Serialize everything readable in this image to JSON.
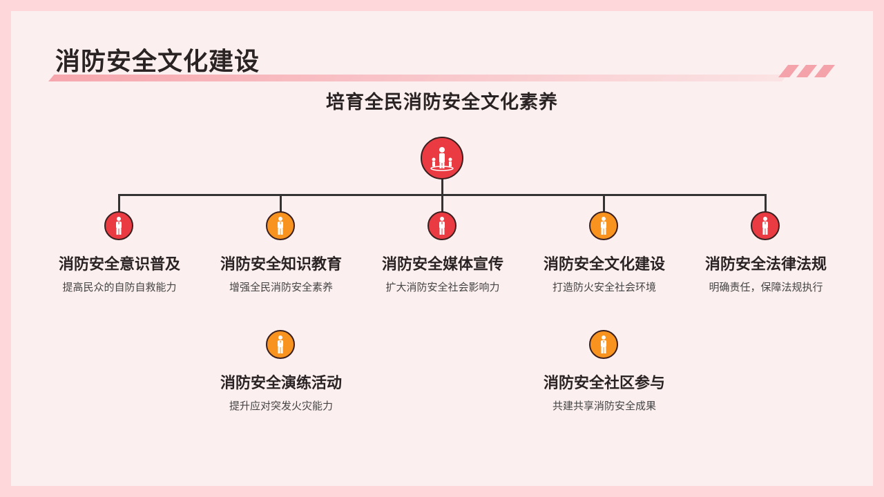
{
  "slide": {
    "title": "消防安全文化建设",
    "subtitle": "培育全民消防安全文化素养"
  },
  "root": {
    "icon": "presenter-icon"
  },
  "nodes": [
    {
      "title": "消防安全意识普及",
      "desc": "提高民众的自防自救能力",
      "icon": "person-icon",
      "color": "#ea3b43"
    },
    {
      "title": "消防安全知识教育",
      "desc": "增强全民消防安全素养",
      "icon": "person-icon",
      "color": "#f7931e"
    },
    {
      "title": "消防安全媒体宣传",
      "desc": "扩大消防安全社会影响力",
      "icon": "person-icon",
      "color": "#ea3b43"
    },
    {
      "title": "消防安全文化建设",
      "desc": "打造防火安全社会环境",
      "icon": "person-icon",
      "color": "#f7931e"
    },
    {
      "title": "消防安全法律法规",
      "desc": "明确责任，保障法规执行",
      "icon": "person-icon",
      "color": "#ea3b43"
    },
    {
      "title": "消防安全演练活动",
      "desc": "提升应对突发火灾能力",
      "icon": "person-icon",
      "color": "#f7931e"
    },
    {
      "title": "消防安全社区参与",
      "desc": "共建共享消防安全成果",
      "icon": "person-icon",
      "color": "#f7931e"
    }
  ]
}
